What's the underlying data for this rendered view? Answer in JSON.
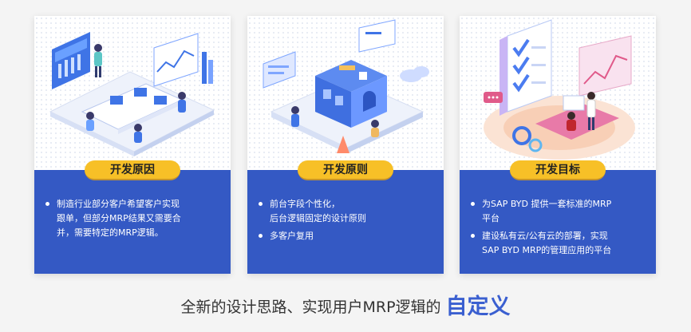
{
  "cards": [
    {
      "title": "开发原因",
      "bullets": [
        {
          "lines": [
            "制造行业部分客户希望客户实现",
            "跟单，但部分MRP结果又需要合",
            "并，需要特定的MRP逻辑。"
          ]
        }
      ]
    },
    {
      "title": "开发原则",
      "bullets": [
        {
          "lines": [
            "前台字段个性化，",
            "后台逻辑固定的设计原则"
          ]
        },
        {
          "lines": [
            "多客户复用"
          ]
        }
      ]
    },
    {
      "title": "开发目标",
      "bullets": [
        {
          "lines": [
            "为SAP BYD 提供一套标准的MRP",
            "平台"
          ]
        },
        {
          "lines": [
            "建设私有云/公有云的部署，实现",
            "SAP BYD MRP的管理应用的平台"
          ]
        }
      ]
    }
  ],
  "footer": {
    "text": "全新的设计思路、实现用户MRP逻辑的",
    "accent": "自定义"
  },
  "colors": {
    "panel": "#3459c4",
    "pill": "#f7c027",
    "accent": "#3a5fd0"
  }
}
